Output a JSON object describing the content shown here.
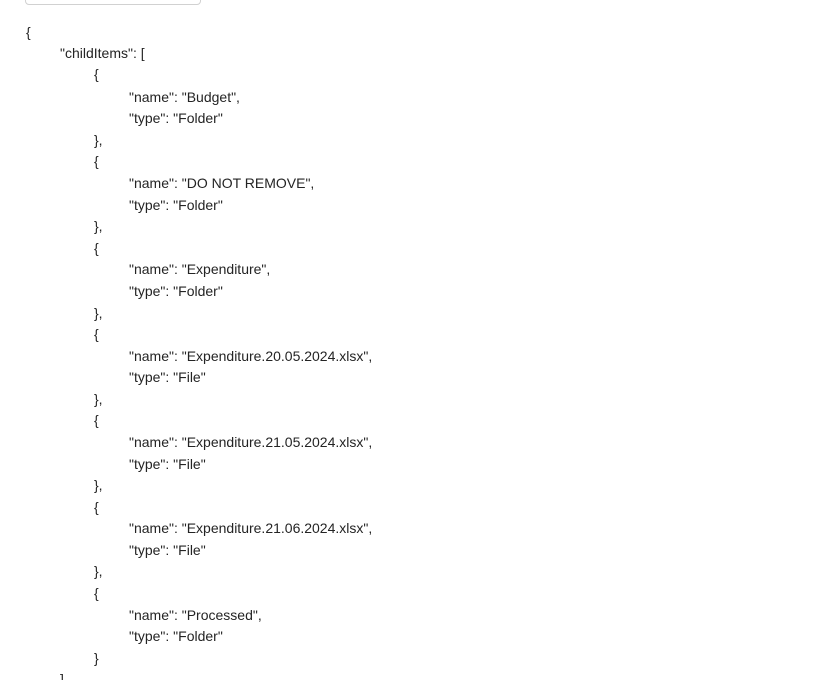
{
  "json_view": {
    "lines": [
      {
        "indent": 0,
        "text": "{"
      },
      {
        "indent": 1,
        "text": "\"childItems\": ["
      },
      {
        "indent": 2,
        "text": "{"
      },
      {
        "indent": 3,
        "text": "\"name\": \"Budget\","
      },
      {
        "indent": 3,
        "text": "\"type\": \"Folder\""
      },
      {
        "indent": 2,
        "text": "},"
      },
      {
        "indent": 2,
        "text": "{"
      },
      {
        "indent": 3,
        "text": "\"name\": \"DO NOT REMOVE\","
      },
      {
        "indent": 3,
        "text": "\"type\": \"Folder\""
      },
      {
        "indent": 2,
        "text": "},"
      },
      {
        "indent": 2,
        "text": "{"
      },
      {
        "indent": 3,
        "text": "\"name\": \"Expenditure\","
      },
      {
        "indent": 3,
        "text": "\"type\": \"Folder\""
      },
      {
        "indent": 2,
        "text": "},"
      },
      {
        "indent": 2,
        "text": "{"
      },
      {
        "indent": 3,
        "text": "\"name\": \"Expenditure.20.05.2024.xlsx\","
      },
      {
        "indent": 3,
        "text": "\"type\": \"File\""
      },
      {
        "indent": 2,
        "text": "},"
      },
      {
        "indent": 2,
        "text": "{"
      },
      {
        "indent": 3,
        "text": "\"name\": \"Expenditure.21.05.2024.xlsx\","
      },
      {
        "indent": 3,
        "text": "\"type\": \"File\""
      },
      {
        "indent": 2,
        "text": "},"
      },
      {
        "indent": 2,
        "text": "{"
      },
      {
        "indent": 3,
        "text": "\"name\": \"Expenditure.21.06.2024.xlsx\","
      },
      {
        "indent": 3,
        "text": "\"type\": \"File\""
      },
      {
        "indent": 2,
        "text": "},"
      },
      {
        "indent": 2,
        "text": "{"
      },
      {
        "indent": 3,
        "text": "\"name\": \"Processed\","
      },
      {
        "indent": 3,
        "text": "\"type\": \"Folder\""
      },
      {
        "indent": 2,
        "text": "}"
      },
      {
        "indent": 1,
        "text": "],"
      }
    ]
  }
}
